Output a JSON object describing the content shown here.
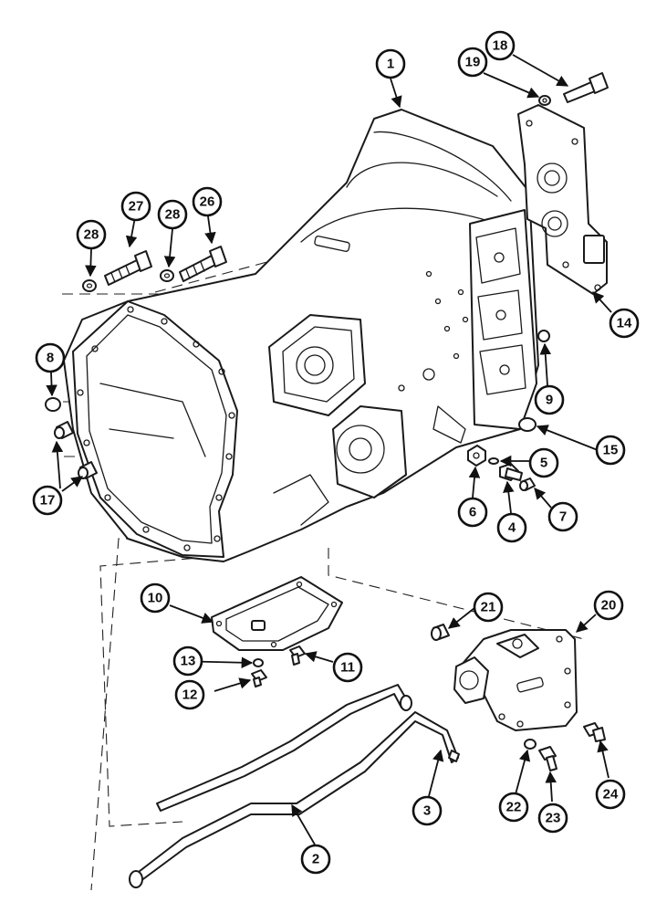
{
  "diagram": {
    "callouts": [
      "1",
      "2",
      "3",
      "4",
      "5",
      "6",
      "7",
      "8",
      "9",
      "10",
      "11",
      "12",
      "13",
      "14",
      "15",
      "17",
      "18",
      "19",
      "20",
      "21",
      "22",
      "23",
      "24",
      "26",
      "27",
      "28",
      "28"
    ]
  },
  "colors": {
    "ink": "#111111",
    "paper": "#ffffff"
  }
}
